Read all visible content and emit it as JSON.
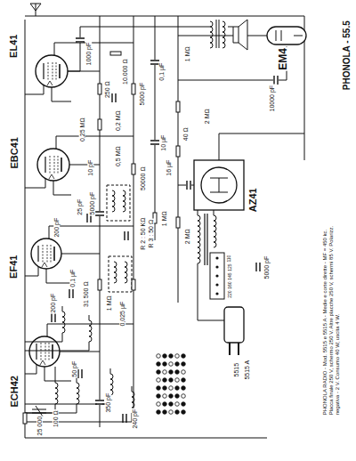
{
  "diagram": {
    "title": "PHONOLA - 55.5",
    "caption": "PHONOLA RADIO - Mod. 5515 e 5515 A - Medie e corte dirette - MF = 450 kc. Placca finale 250 V, schermo 250 V. Altre placche 250 V, schermi 85 V. Polarizz. negativa - 2 V. Consumo 40 W, uscita 4 W.",
    "labels": [
      "ECH42",
      "EF41",
      "EBC41",
      "EL41",
      "EM4",
      "AZ41",
      "25 000",
      "100 Ω",
      "50 pF",
      "200 pF",
      "200 pF",
      "0,1 µF",
      "31 500 Ω",
      "1 MΩ",
      "0,025 µF",
      "R 2 : 50 KΩ",
      "R 3 : 50 Ω",
      "25 pF",
      "5000 pF",
      "10 pF",
      "0,25 MΩ",
      "50000 Ω",
      "0,5 MΩ",
      "1000 pF",
      "250 Ω",
      "0,2 MΩ",
      "10.000 Ω",
      "5000 pF",
      "0,1 µF",
      "10 µF",
      "1 MΩ",
      "2 MΩ",
      "40 Ω",
      "16 µF",
      "2 MΩ",
      "1 MΩ",
      "10000 pF",
      "5000 pF",
      "5515",
      "5515 A",
      "240 pF",
      "350 pF",
      "110",
      "125",
      "145",
      "160",
      "220"
    ]
  }
}
